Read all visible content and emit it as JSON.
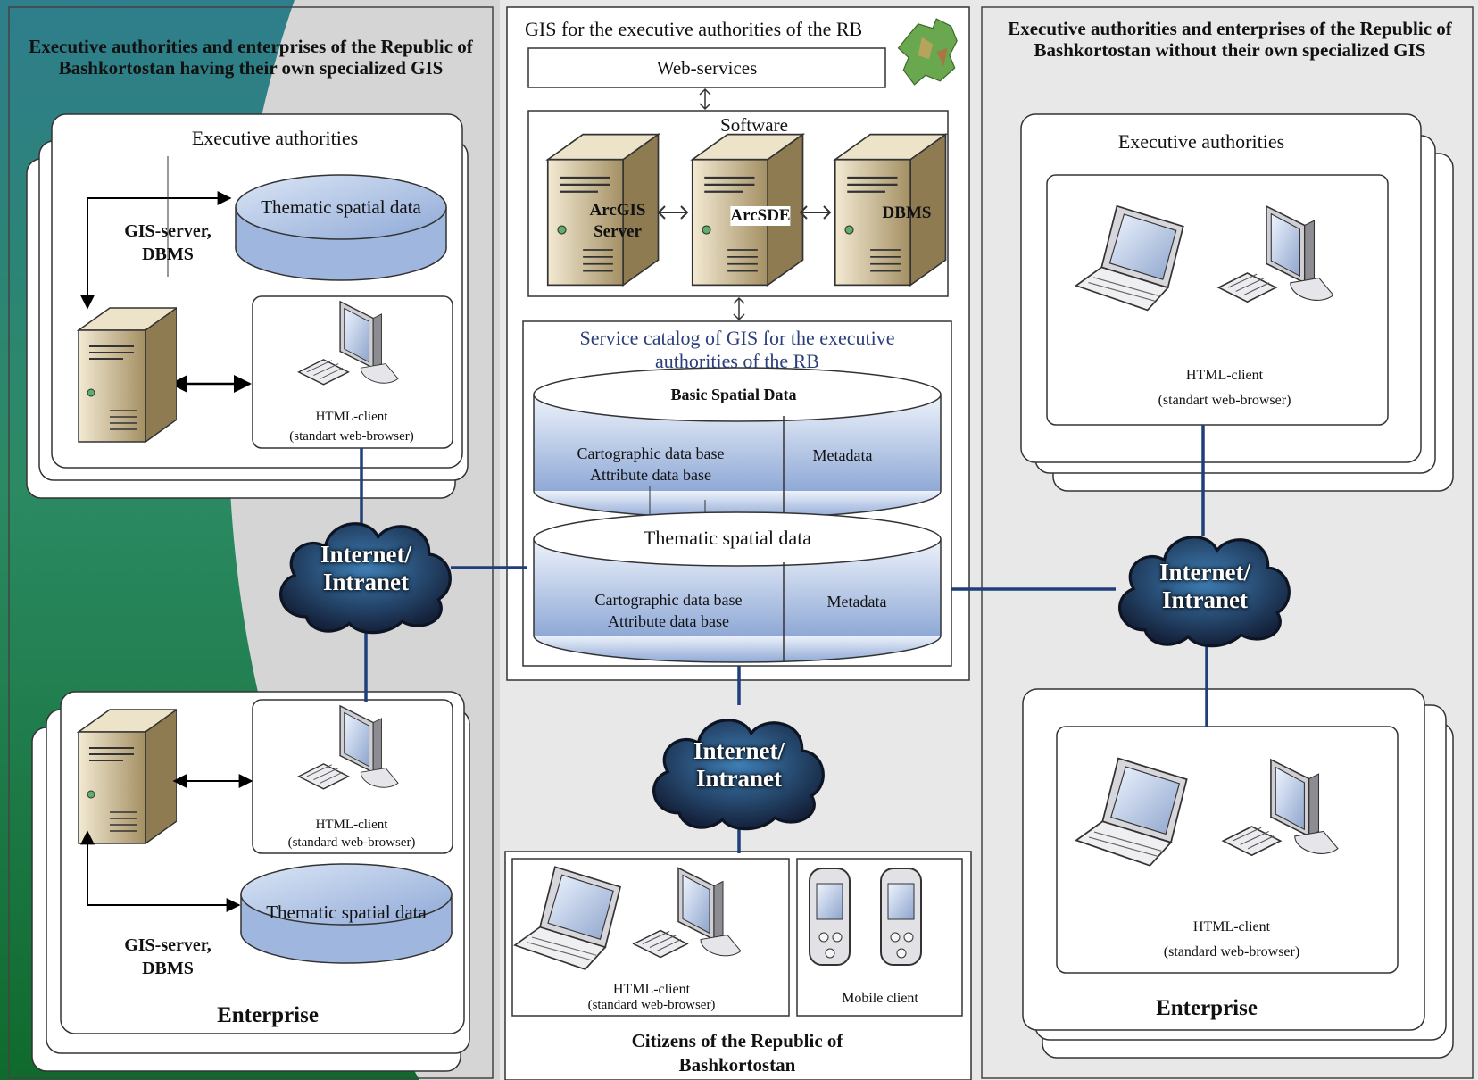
{
  "left_panel": {
    "title": "Executive authorities and enterprises of the Republic of Bashkortostan having their own specialized GIS",
    "exec": {
      "label": "Executive authorities",
      "gis_server": "GIS-server,",
      "dbms": "DBMS",
      "data": "Thematic spatial data",
      "client": "HTML-client",
      "client_sub": "(standart web-browser)"
    },
    "enterprise": {
      "label": "Enterprise",
      "gis_server": "GIS-server,",
      "dbms": "DBMS",
      "data": "Thematic spatial data",
      "client": "HTML-client",
      "client_sub": "(standard web-browser)"
    }
  },
  "center_panel": {
    "title": "GIS for the executive authorities of the RB",
    "web_services": "Web-services",
    "software": "Software",
    "server1_line1": "ArcGIS",
    "server1_line2": "Server",
    "server2": "ArcSDE",
    "server3": "DBMS",
    "catalog_line1": "Service catalog of GIS for the executive",
    "catalog_line2": "authorities of the RB",
    "basic": {
      "title": "Basic Spatial Data",
      "line1": "Cartographic data base",
      "line2": "Attribute data base",
      "meta": "Metadata"
    },
    "thematic": {
      "title": "Thematic spatial data",
      "line1": "Cartographic data base",
      "line2": "Attribute data base",
      "meta": "Metadata"
    }
  },
  "citizens": {
    "client": "HTML-client",
    "client_sub": "(standard web-browser)",
    "mobile": "Mobile client",
    "title_line1": "Citizens of the Republic of",
    "title_line2": "Bashkortostan"
  },
  "right_panel": {
    "title": "Executive authorities and enterprises of the Republic of Bashkortostan without their own specialized GIS",
    "exec": {
      "label": "Executive authorities",
      "client": "HTML-client",
      "client_sub": "(standart web-browser)"
    },
    "enterprise": {
      "label": "Enterprise",
      "client": "HTML-client",
      "client_sub": "(standard web-browser)"
    }
  },
  "clouds": {
    "line1": "Internet/",
    "line2": "Intranet"
  },
  "colors": {
    "connector": "#1f3f7a",
    "cylinder_fill": "#b8cbe6",
    "server_body": "#c8b48a",
    "cloud": "#1b2a45",
    "panel_bg": "#dcdcdc"
  }
}
